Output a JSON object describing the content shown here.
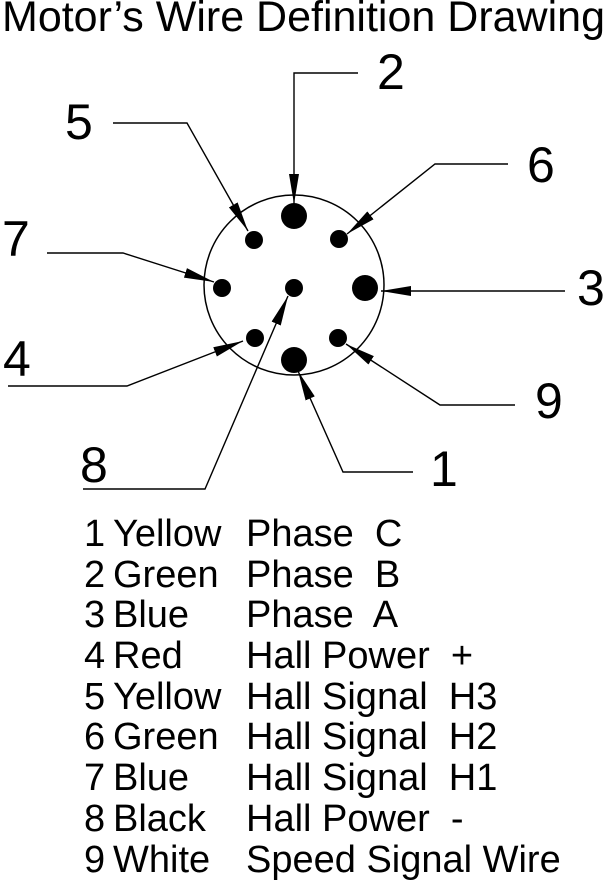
{
  "title": "Motor’s Wire Definition Drawing",
  "colors": {
    "ink": "#000000",
    "background": "#ffffff"
  },
  "diagram": {
    "pins": [
      {
        "number": "1",
        "size": "large"
      },
      {
        "number": "2",
        "size": "large"
      },
      {
        "number": "3",
        "size": "large"
      },
      {
        "number": "4",
        "size": "small"
      },
      {
        "number": "5",
        "size": "small"
      },
      {
        "number": "6",
        "size": "small"
      },
      {
        "number": "7",
        "size": "small"
      },
      {
        "number": "8",
        "size": "small"
      },
      {
        "number": "9",
        "size": "small"
      }
    ]
  },
  "legend": {
    "rows": [
      {
        "pin": "1",
        "color": "Yellow",
        "signal": "Phase  C"
      },
      {
        "pin": "2",
        "color": "Green",
        "signal": "Phase  B"
      },
      {
        "pin": "3",
        "color": "Blue",
        "signal": "Phase  A"
      },
      {
        "pin": "4",
        "color": "Red",
        "signal": "Hall Power  +"
      },
      {
        "pin": "5",
        "color": "Yellow",
        "signal": "Hall Signal  H3"
      },
      {
        "pin": "6",
        "color": "Green",
        "signal": "Hall Signal  H2"
      },
      {
        "pin": "7",
        "color": "Blue",
        "signal": "Hall Signal  H1"
      },
      {
        "pin": "8",
        "color": "Black",
        "signal": "Hall Power  -"
      },
      {
        "pin": "9",
        "color": "White",
        "signal": "Speed Signal Wire"
      }
    ]
  }
}
